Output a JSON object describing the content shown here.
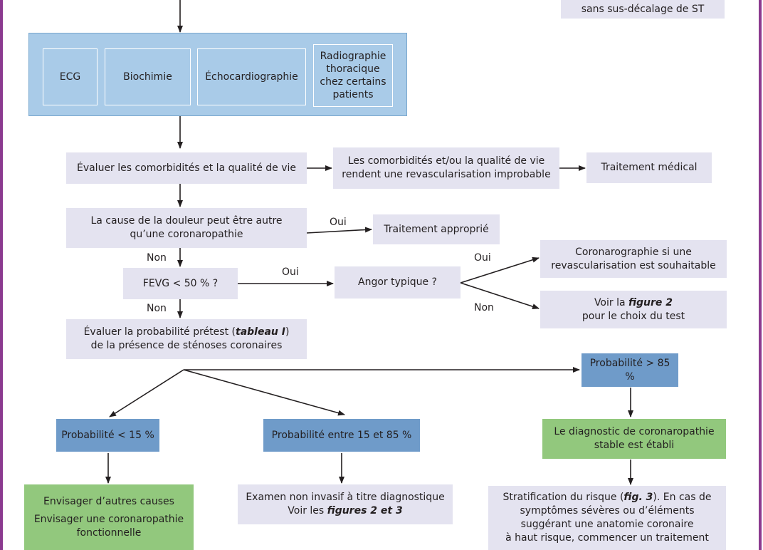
{
  "top_right_box": {
    "text": "sans sus-décalage de ST"
  },
  "exams_group": {
    "items": [
      "ECG",
      "Biochimie",
      "Échocardiographie",
      "Radiographie\nthoracique\nchez certains\npatients"
    ]
  },
  "comorbidity_box": {
    "text": "Évaluer les comorbidités et la qualité de vie"
  },
  "revasc_improbable_box": {
    "text": "Les comorbidités et/ou la qualité de vie\nrendent une revascularisation improbable"
  },
  "medical_treatment_box": {
    "text": "Traitement médical"
  },
  "pain_cause_box": {
    "text": "La cause de la douleur peut être autre\nqu’une coronaropathie"
  },
  "appropriate_treatment_box": {
    "text": "Traitement approprié"
  },
  "fevg_box": {
    "text": "FEVG < 50 % ?"
  },
  "typical_angina_box": {
    "text": "Angor typique ?"
  },
  "coronarography_box": {
    "text": "Coronarographie si une\nrevascularisation est souhaitable"
  },
  "see_fig2_box": {
    "pre": "Voir la ",
    "bold": "figure 2",
    "post": "\npour le choix du test"
  },
  "pretest_box": {
    "pre": "Évaluer la probabilité prétest (",
    "bold": "tableau I",
    "post": ")\nde la présence de sténoses coronaires"
  },
  "prob_high_box": {
    "text": "Probabilité > 85 %"
  },
  "prob_low_box": {
    "text": "Probabilité < 15 %"
  },
  "prob_mid_box": {
    "text": "Probabilité entre 15 et 85 %"
  },
  "stable_dx_box": {
    "text": "Le diagnostic de coronaropathie\nstable est établi"
  },
  "other_causes_box": {
    "line1": "Envisager d’autres causes",
    "line2": "Envisager une coronaropathie\nfonctionnelle"
  },
  "noninvasive_box": {
    "line1": "Examen non invasif à titre diagnostique",
    "pre": "Voir les ",
    "bold": "figures 2 et 3"
  },
  "risk_strat_box": {
    "pre": "Stratification du risque (",
    "bold": "fig. 3",
    "post": "). En cas de\nsymptômes sévères ou d’éléments\nsuggérant une anatomie coronaire\nà haut risque, commencer un traitement"
  },
  "labels": {
    "oui": "Oui",
    "non": "Non"
  }
}
